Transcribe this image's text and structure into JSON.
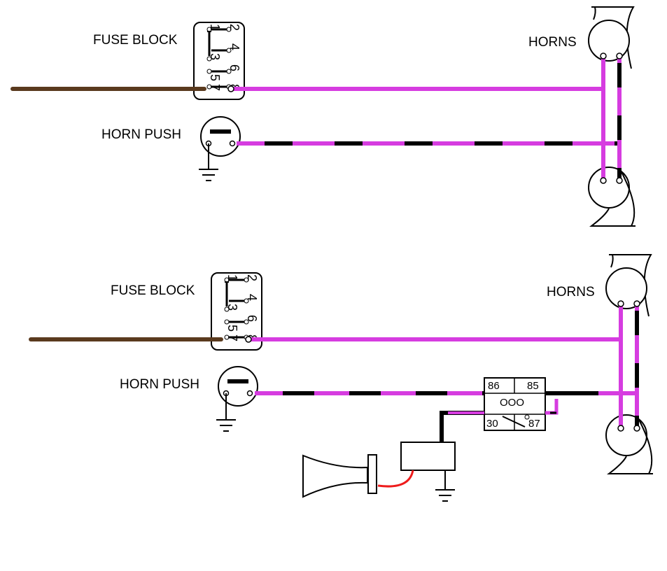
{
  "diagram_top": {
    "fuse_block_label": "FUSE BLOCK",
    "horns_label": "HORNS",
    "horn_push_label": "HORN PUSH",
    "fuse_numbers": [
      "1",
      "3",
      "5",
      "2",
      "4",
      "6",
      "7",
      "8"
    ]
  },
  "diagram_bottom": {
    "fuse_block_label": "FUSE BLOCK",
    "horns_label": "HORNS",
    "horn_push_label": "HORN PUSH",
    "fuse_numbers": [
      "1",
      "3",
      "5",
      "2",
      "4",
      "6",
      "7",
      "8"
    ],
    "relay": {
      "terminal_86": "86",
      "terminal_85": "85",
      "terminal_30": "30",
      "terminal_87": "87",
      "coil_symbol": "OOO"
    }
  },
  "colors": {
    "feed_wire": "#5a3a1e",
    "purple_wire": "#d63ce0",
    "black_tracer": "#000000",
    "red_wire": "#ee1c1c"
  }
}
